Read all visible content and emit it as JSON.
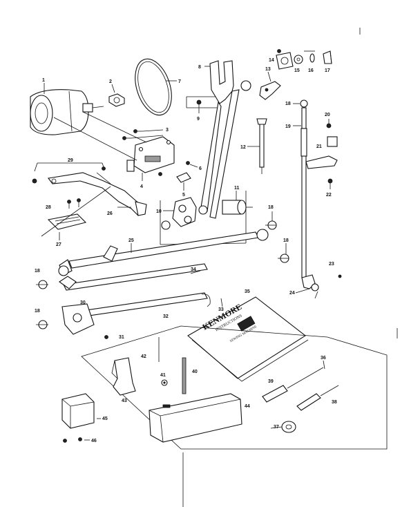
{
  "part_labels": {
    "p1": "1",
    "p2": "2",
    "p3": "3",
    "p4": "4",
    "p5": "5",
    "p6": "6",
    "p7": "7",
    "p8": "8",
    "p9": "9",
    "p10": "10",
    "p11": "11",
    "p12": "12",
    "p13": "13",
    "p14": "14",
    "p15": "15",
    "p16": "16",
    "p17": "17",
    "p18": "18",
    "p19": "19",
    "p20": "20",
    "p21": "21",
    "p22": "22",
    "p23": "23",
    "p24": "24",
    "p25": "25",
    "p26": "26",
    "p27": "27",
    "p28": "28",
    "p29": "29",
    "p30": "30",
    "p31": "31",
    "p32": "32",
    "p33": "33",
    "p34": "34",
    "p35": "35",
    "p36": "36",
    "p37": "37",
    "p38": "38",
    "p39": "39",
    "p40": "40",
    "p41": "41",
    "p42": "42",
    "p43": "43",
    "p44": "44",
    "p45": "45",
    "p46": "46"
  },
  "manual": {
    "brand": "KENMORE",
    "subtitle": "INSTRUCTIONS",
    "caption": "SEWING MACHINE"
  },
  "colors": {
    "ink": "#111111",
    "paper": "#ffffff"
  }
}
